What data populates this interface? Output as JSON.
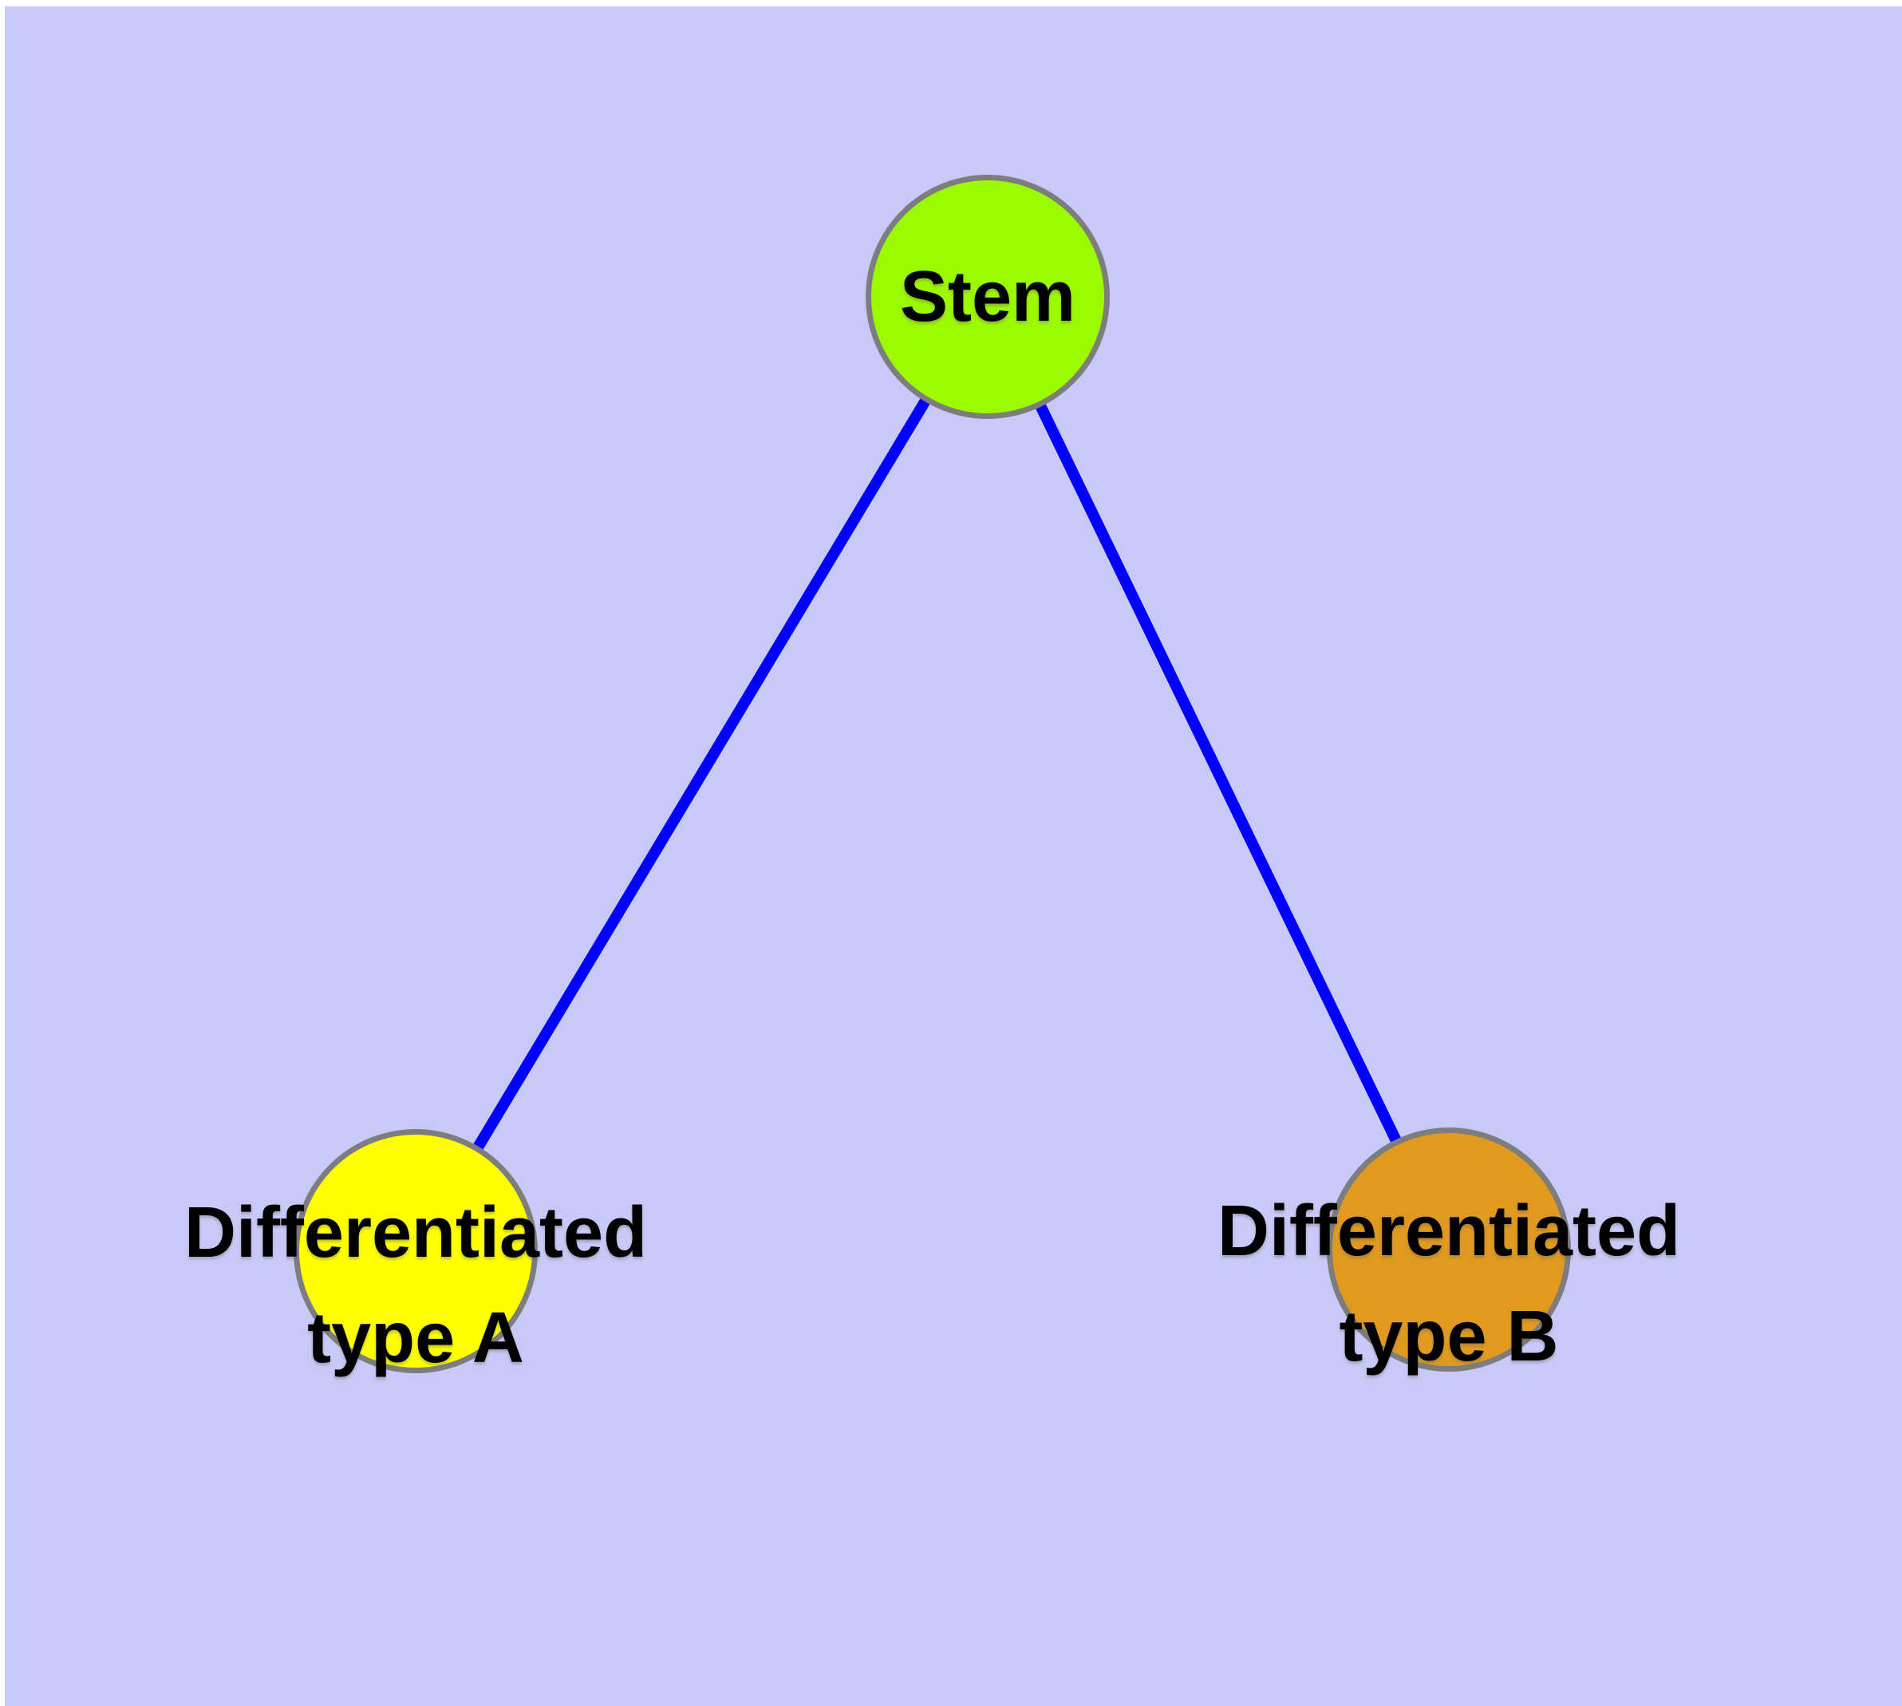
{
  "diagram": {
    "colors": {
      "background": "#C9C9F7",
      "node_border": "#7D7D7D",
      "edge": "#0000FF",
      "label": "#000000"
    },
    "nodes": [
      {
        "id": "stem",
        "label": "Stem",
        "label_lines": [
          "Stem"
        ],
        "fill": "#9CFA00"
      },
      {
        "id": "differentiated-type-a",
        "label": "Differentiated type A",
        "label_lines": [
          "Differentiated",
          "type A"
        ],
        "fill": "#FFFF00"
      },
      {
        "id": "differentiated-type-b",
        "label": "Differentiated type B",
        "label_lines": [
          "Differentiated",
          "type B"
        ],
        "fill": "#E09A20"
      }
    ],
    "edges": [
      {
        "from": "stem",
        "to": "differentiated-type-a"
      },
      {
        "from": "stem",
        "to": "differentiated-type-b"
      }
    ]
  }
}
